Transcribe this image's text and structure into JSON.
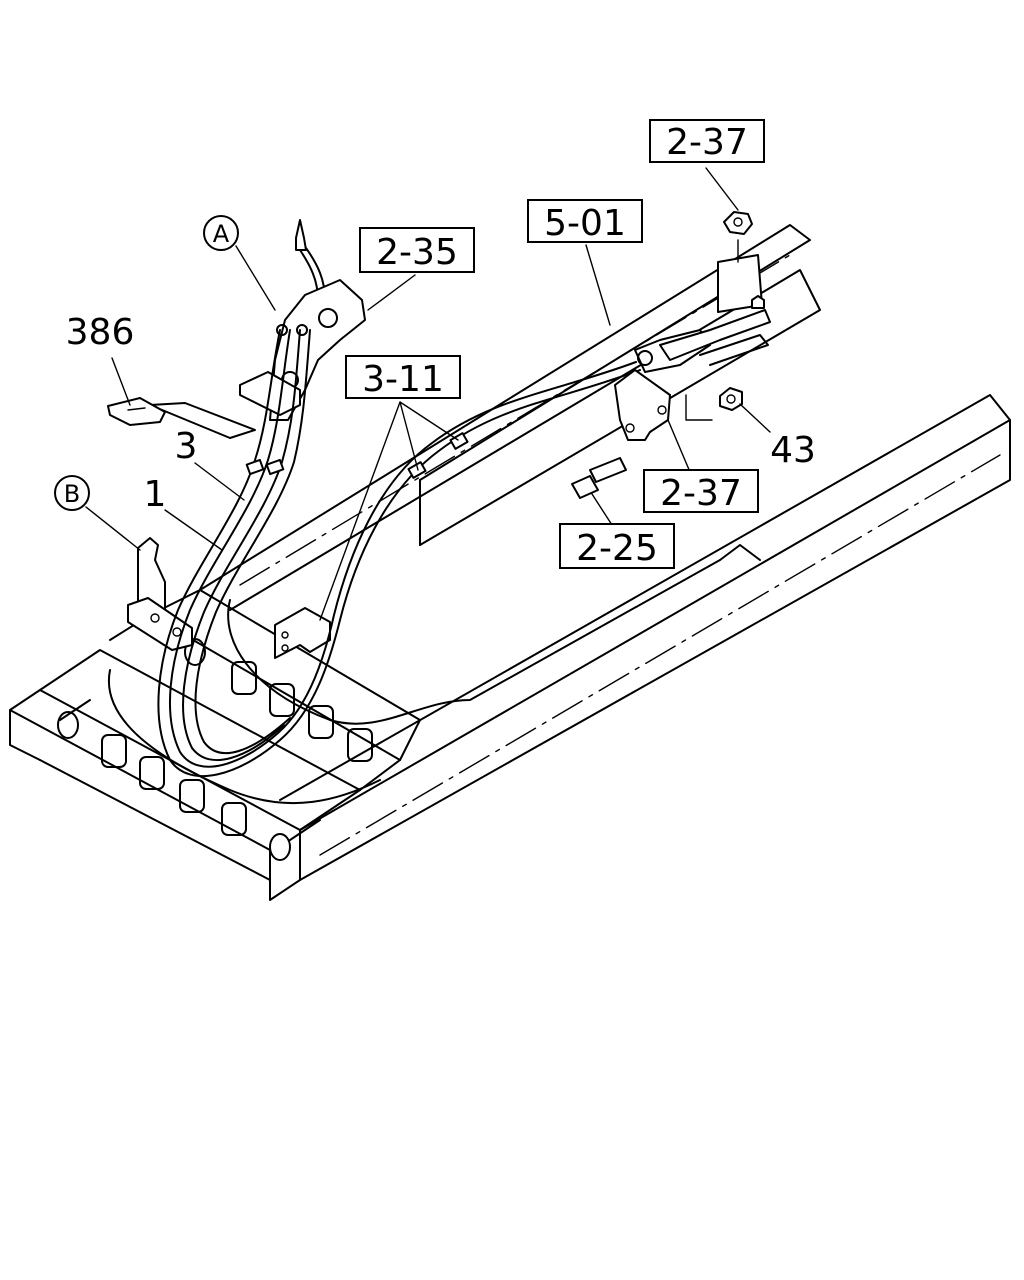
{
  "callouts": {
    "c2_37_top": "2-37",
    "c5_01": "5-01",
    "c2_35": "2-35",
    "c3_11": "3-11",
    "c386": "386",
    "c3": "3",
    "c1": "1",
    "c43": "43",
    "c2_37_mid": "2-37",
    "c2_25": "2-25",
    "refA": "A",
    "refB": "B"
  }
}
